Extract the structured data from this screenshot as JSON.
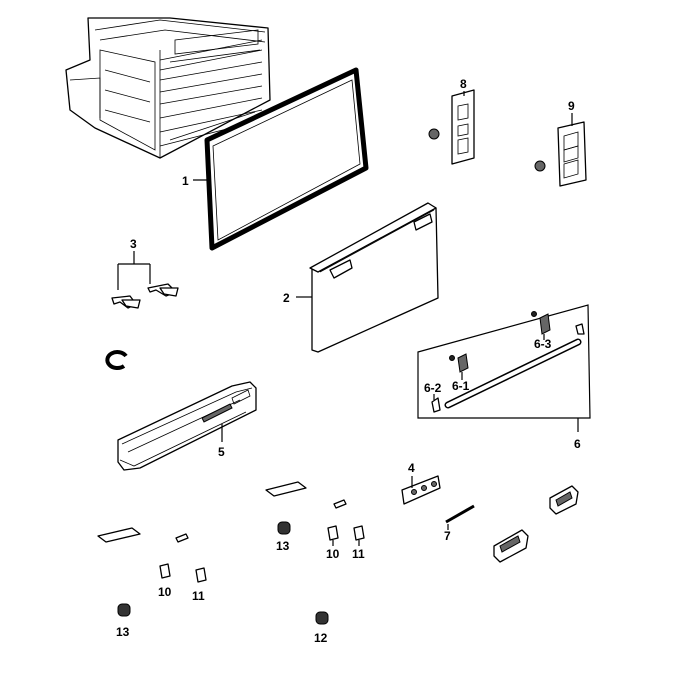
{
  "labels": {
    "l1": "1",
    "l2": "2",
    "l3": "3",
    "l4": "4",
    "l5": "5",
    "l6": "6",
    "l6_1": "6-1",
    "l6_2": "6-2",
    "l6_3": "6-3",
    "l7": "7",
    "l8": "8",
    "l9": "9",
    "l10a": "10",
    "l10b": "10",
    "l11a": "11",
    "l11b": "11",
    "l12": "12",
    "l13a": "13",
    "l13b": "13"
  }
}
